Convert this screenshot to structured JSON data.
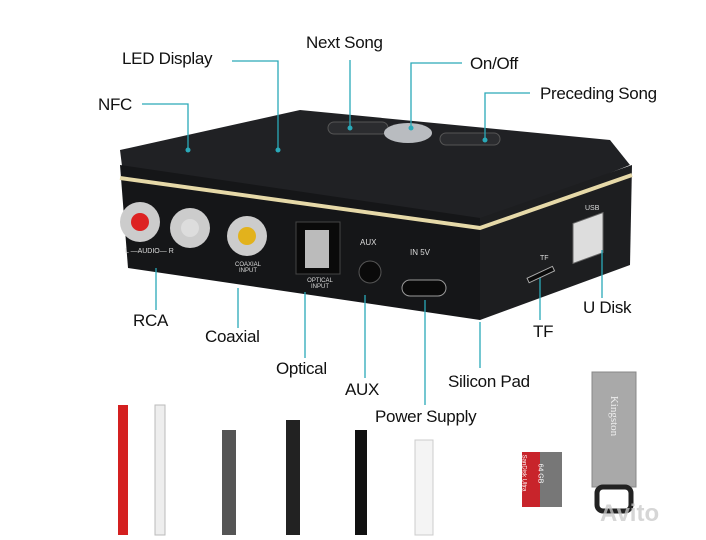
{
  "labels": {
    "led_display": "LED Display",
    "next_song": "Next Song",
    "on_off": "On/Off",
    "preceding_song": "Preceding Song",
    "nfc": "NFC",
    "rca": "RCA",
    "coaxial": "Coaxial",
    "optical": "Optical",
    "aux": "AUX",
    "power_supply": "Power Supply",
    "silicon_pad": "Silicon Pad",
    "tf": "TF",
    "u_disk": "U Disk"
  },
  "device_print": {
    "audio": "L —AUDIO— R",
    "coaxial_input": "COAXIAL INPUT",
    "optical_input": "OPTICAL INPUT",
    "aux": "AUX",
    "in_5v": "IN 5V",
    "tf": "TF",
    "usb": "USB"
  },
  "accessories": {
    "sd_card_brand": "SanDisk Ultra",
    "sd_card_capacity": "64 GB",
    "usb_brand": "Kingston"
  },
  "watermark": "Avito",
  "colors": {
    "callout_line": "#2aa9b8",
    "device_body": "#1c1d1f",
    "gold_trim": "#e6d9a8"
  }
}
